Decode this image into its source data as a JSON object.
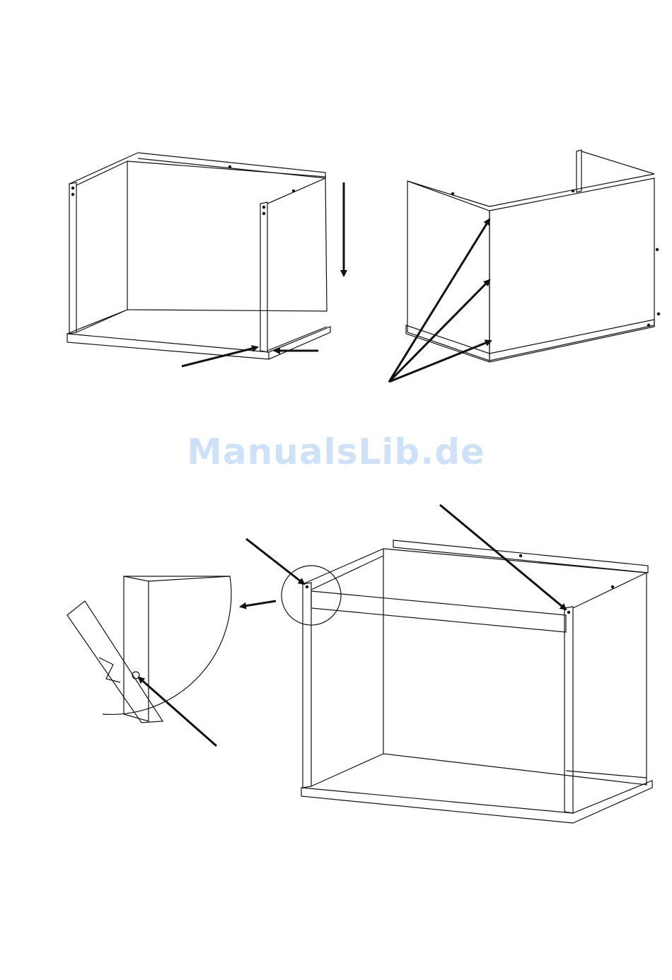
{
  "watermark": {
    "text": "ManualsLib.de",
    "color": "#a9c9ef"
  },
  "colors": {
    "line": "#111111",
    "paper": "#ffffff"
  },
  "figures": [
    {
      "id": "cabinet-step-1",
      "description_icon": "cabinet-frame-with-down-arrow"
    },
    {
      "id": "cabinet-step-2",
      "description_icon": "cabinet-frame-back-panel"
    },
    {
      "id": "cabinet-step-3",
      "description_icon": "cabinet-frame-with-detail-view"
    }
  ]
}
